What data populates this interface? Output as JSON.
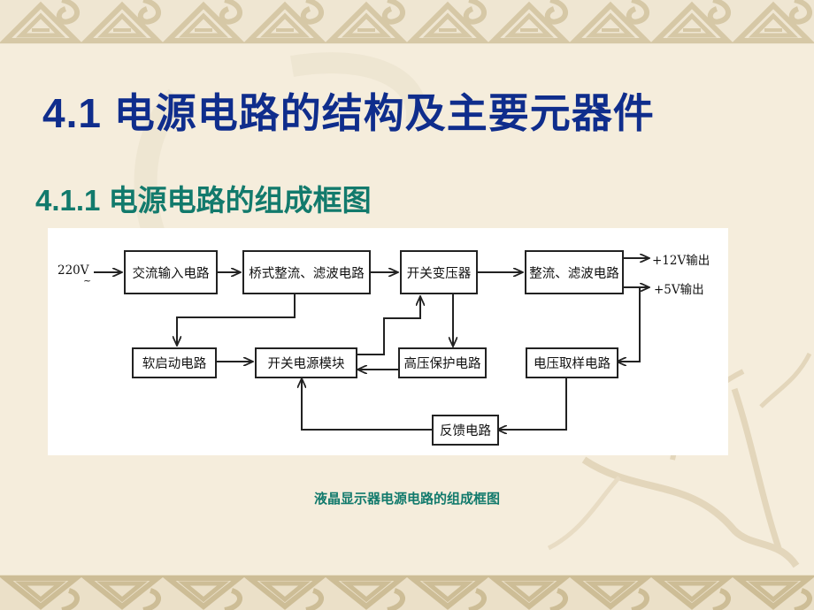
{
  "slide": {
    "title": "4.1  电源电路的结构及主要元器件",
    "subtitle": "4.1.1 电源电路的组成框图",
    "caption": "液晶显示器电源电路的组成框图",
    "colors": {
      "background": "#f5eddc",
      "border_pattern": "#d6c8a6",
      "title": "#0f2d8c",
      "subtitle": "#127a6c",
      "caption": "#127a6c",
      "diagram_bg": "#ffffff",
      "line": "#222222"
    }
  },
  "diagram": {
    "input_label": "220V",
    "input_symbol": "~",
    "outputs": [
      {
        "label": "+12V输出"
      },
      {
        "label": "+5V输出"
      }
    ],
    "blocks": [
      {
        "id": "ac_input",
        "label": "交流输入电路"
      },
      {
        "id": "bridge_rectifier",
        "label": "桥式整流、滤波电路"
      },
      {
        "id": "switch_transformer",
        "label": "开关变压器"
      },
      {
        "id": "rectifier_filter",
        "label": "整流、滤波电路"
      },
      {
        "id": "soft_start",
        "label": "软启动电路"
      },
      {
        "id": "switch_module",
        "label": "开关电源模块"
      },
      {
        "id": "hv_protection",
        "label": "高压保护电路"
      },
      {
        "id": "voltage_sampling",
        "label": "电压取样电路"
      },
      {
        "id": "feedback",
        "label": "反馈电路"
      }
    ],
    "connections": [
      {
        "from": "220V",
        "to": "ac_input"
      },
      {
        "from": "ac_input",
        "to": "bridge_rectifier"
      },
      {
        "from": "bridge_rectifier",
        "to": "switch_transformer"
      },
      {
        "from": "switch_transformer",
        "to": "rectifier_filter"
      },
      {
        "from": "rectifier_filter",
        "to": "+12V输出"
      },
      {
        "from": "rectifier_filter",
        "to": "+5V输出"
      },
      {
        "from": "bridge_rectifier",
        "to": "soft_start"
      },
      {
        "from": "soft_start",
        "to": "switch_module"
      },
      {
        "from": "switch_module",
        "to": "switch_transformer"
      },
      {
        "from": "switch_transformer",
        "to": "hv_protection"
      },
      {
        "from": "hv_protection",
        "to": "switch_module"
      },
      {
        "from": "rectifier_filter",
        "to": "voltage_sampling"
      },
      {
        "from": "voltage_sampling",
        "to": "feedback"
      },
      {
        "from": "feedback",
        "to": "switch_module"
      }
    ]
  }
}
